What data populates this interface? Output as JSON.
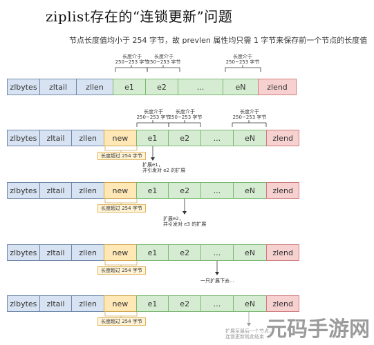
{
  "title": "ziplist存在的“连锁更新”问题",
  "subtitle": "节点长度值均小于 254 字节，故 prevlen 属性均只需 1 字节来保存前一个节点的长度值",
  "cells": {
    "zlbytes": "zlbytes",
    "zltail": "zltail",
    "zllen": "zllen",
    "new": "new",
    "e1": "e1",
    "e2": "e2",
    "dots": "...",
    "eN": "eN",
    "zlend": "zlend"
  },
  "range_line1": "长度介于",
  "range_line2": "250~253 字节",
  "new_tag": "长度超过 254 字节",
  "notes": {
    "expand_e1_l1": "扩展e1，",
    "expand_e1_l2": "并引发对 e2 的扩展",
    "expand_e2_l1": "扩展e2，",
    "expand_e2_l2": "并引发对 e3 的扩展",
    "continue": "一只扩展下去...",
    "last_l1": "扩展至最后一个节点，",
    "last_l2": "连锁更新就此结束"
  },
  "watermark": "元码手游网"
}
